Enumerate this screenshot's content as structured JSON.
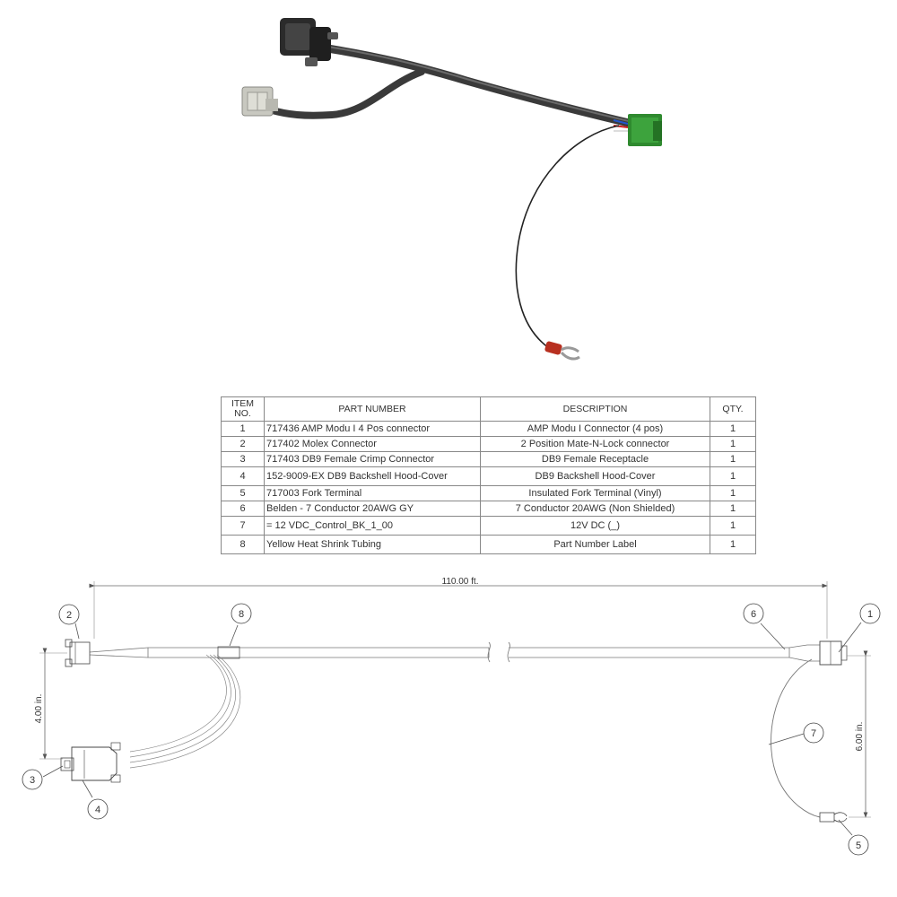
{
  "bom": {
    "headers": {
      "item": "ITEM NO.",
      "part": "PART NUMBER",
      "desc": "DESCRIPTION",
      "qty": "QTY."
    },
    "rows": [
      {
        "item": "1",
        "part": "717436 AMP Modu I 4 Pos connector",
        "desc": "AMP Modu I Connector (4 pos)",
        "qty": "1"
      },
      {
        "item": "2",
        "part": "717402 Molex Connector",
        "desc": "2 Position Mate-N-Lock connector",
        "qty": "1"
      },
      {
        "item": "3",
        "part": "717403 DB9 Female Crimp Connector",
        "desc": "DB9 Female Receptacle",
        "qty": "1"
      },
      {
        "item": "4",
        "part": "152-9009-EX DB9 Backshell Hood-Cover",
        "desc": "DB9 Backshell Hood-Cover",
        "qty": "1"
      },
      {
        "item": "5",
        "part": "717003 Fork Terminal",
        "desc": "Insulated Fork Terminal (Vinyl)",
        "qty": "1"
      },
      {
        "item": "6",
        "part": "Belden - 7 Conductor 20AWG GY",
        "desc": "7 Conductor 20AWG (Non Shielded)",
        "qty": "1"
      },
      {
        "item": "7",
        "part": "= 12 VDC_Control_BK_1_00",
        "desc": "12V DC (_)",
        "qty": "1"
      },
      {
        "item": "8",
        "part": "Yellow Heat Shrink Tubing",
        "desc": "Part Number Label",
        "qty": "1"
      }
    ]
  },
  "dimensions": {
    "overall_length": "110.00 ft.",
    "left_branch": "4.00 in.",
    "right_branch": "6.00 in."
  },
  "balloons": [
    "1",
    "2",
    "3",
    "4",
    "5",
    "6",
    "7",
    "8"
  ]
}
